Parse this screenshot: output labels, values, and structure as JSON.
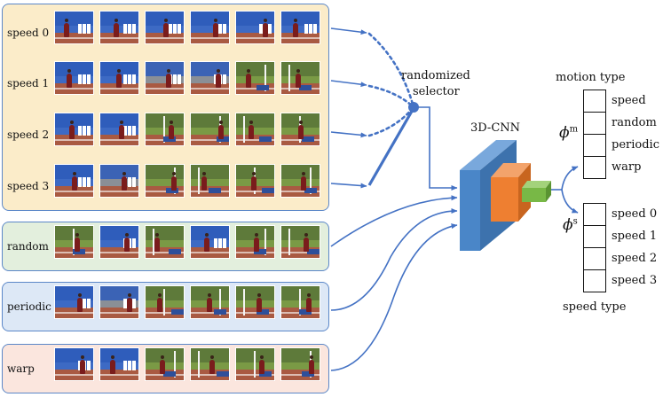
{
  "groups": [
    {
      "key": "speed",
      "fill": "#fbecc9",
      "rows": [
        {
          "label": "speed 0",
          "variant": "blue"
        },
        {
          "label": "speed 1",
          "variant": "mixed1"
        },
        {
          "label": "speed 2",
          "variant": "mixed2"
        },
        {
          "label": "speed 3",
          "variant": "mixed3"
        }
      ]
    },
    {
      "key": "random",
      "fill": "#e3efdd",
      "rows": [
        {
          "label": "random",
          "variant": "random"
        }
      ]
    },
    {
      "key": "periodic",
      "fill": "#dde8f6",
      "rows": [
        {
          "label": "periodic",
          "variant": "periodic"
        }
      ]
    },
    {
      "key": "warp",
      "fill": "#fbe6de",
      "rows": [
        {
          "label": "warp",
          "variant": "warp"
        }
      ]
    }
  ],
  "selector": {
    "line1": "randomized",
    "line2": "selector"
  },
  "cnn": {
    "label": "3D-CNN",
    "colors": {
      "front": "#4a86c8",
      "side": "#3d72ad",
      "top": "#79a8dc",
      "orange": "#ee7f31",
      "orange_side": "#c8651f",
      "green": "#78b846",
      "green_side": "#5a9432"
    }
  },
  "motion": {
    "title": "motion type",
    "phi": "ϕ",
    "sup": "m",
    "items": [
      "speed",
      "random",
      "periodic",
      "warp"
    ]
  },
  "speed_out": {
    "title": "speed type",
    "phi": "ϕ",
    "sup": "s",
    "items": [
      "speed 0",
      "speed 1",
      "speed 2",
      "speed 3"
    ]
  },
  "colors": {
    "arrow": "#4472c4",
    "box_border": "#5b87c8"
  }
}
